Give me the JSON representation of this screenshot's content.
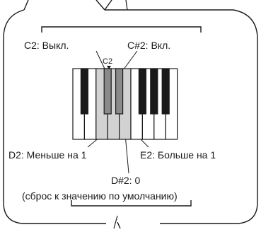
{
  "labels": {
    "c2_off": "C2: Выкл.",
    "cs2_on": "C#2: Вкл.",
    "c2_marker": "C2",
    "d2_less": "D2: Меньше на 1",
    "e2_more": "E2: Больше на 1",
    "ds2_zero": "D#2: 0",
    "reset_default": "(сброс к значению по умолчанию)"
  },
  "colors": {
    "outline": "#1a1a1a",
    "highlight_white": "#d2d2d2",
    "highlight_black": "#8a8a8a",
    "black_key": "#1a1a1a"
  }
}
